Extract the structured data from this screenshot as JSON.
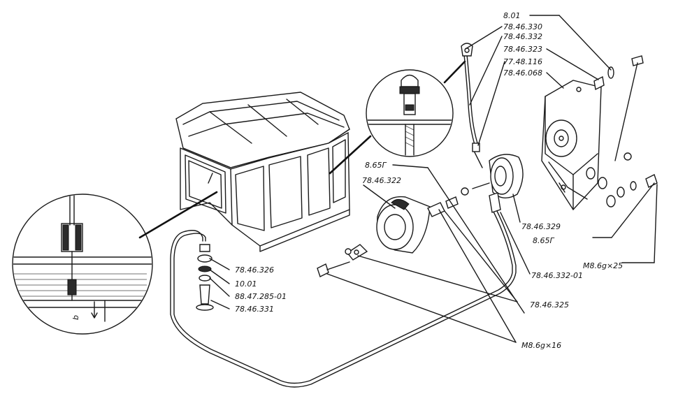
{
  "labels": {
    "p_8_01": "8.01",
    "p_78_46_330": "78.46.330",
    "p_78_46_332": "78.46.332",
    "p_78_46_323": "78.46.323",
    "p_77_48_116": "77.48.116",
    "p_78_46_068": "78.46.068",
    "p_8_65g_left": "8.65Г",
    "p_78_46_322": "78.46.322",
    "p_78_46_329": "78.46.329",
    "p_8_65g_right": "8.65Г",
    "p_m8_25": "M8.6g×25",
    "p_78_46_332_01": "78.46.332-01",
    "p_78_46_325_right": "78.46.325",
    "p_m8_16": "M8.6g×16",
    "p_78_46_326": "78.46.326",
    "p_10_01": "10.01",
    "p_88_47_285_01": "88.47.285-01",
    "p_78_46_331": "78.46.331",
    "dim_b": "b"
  }
}
